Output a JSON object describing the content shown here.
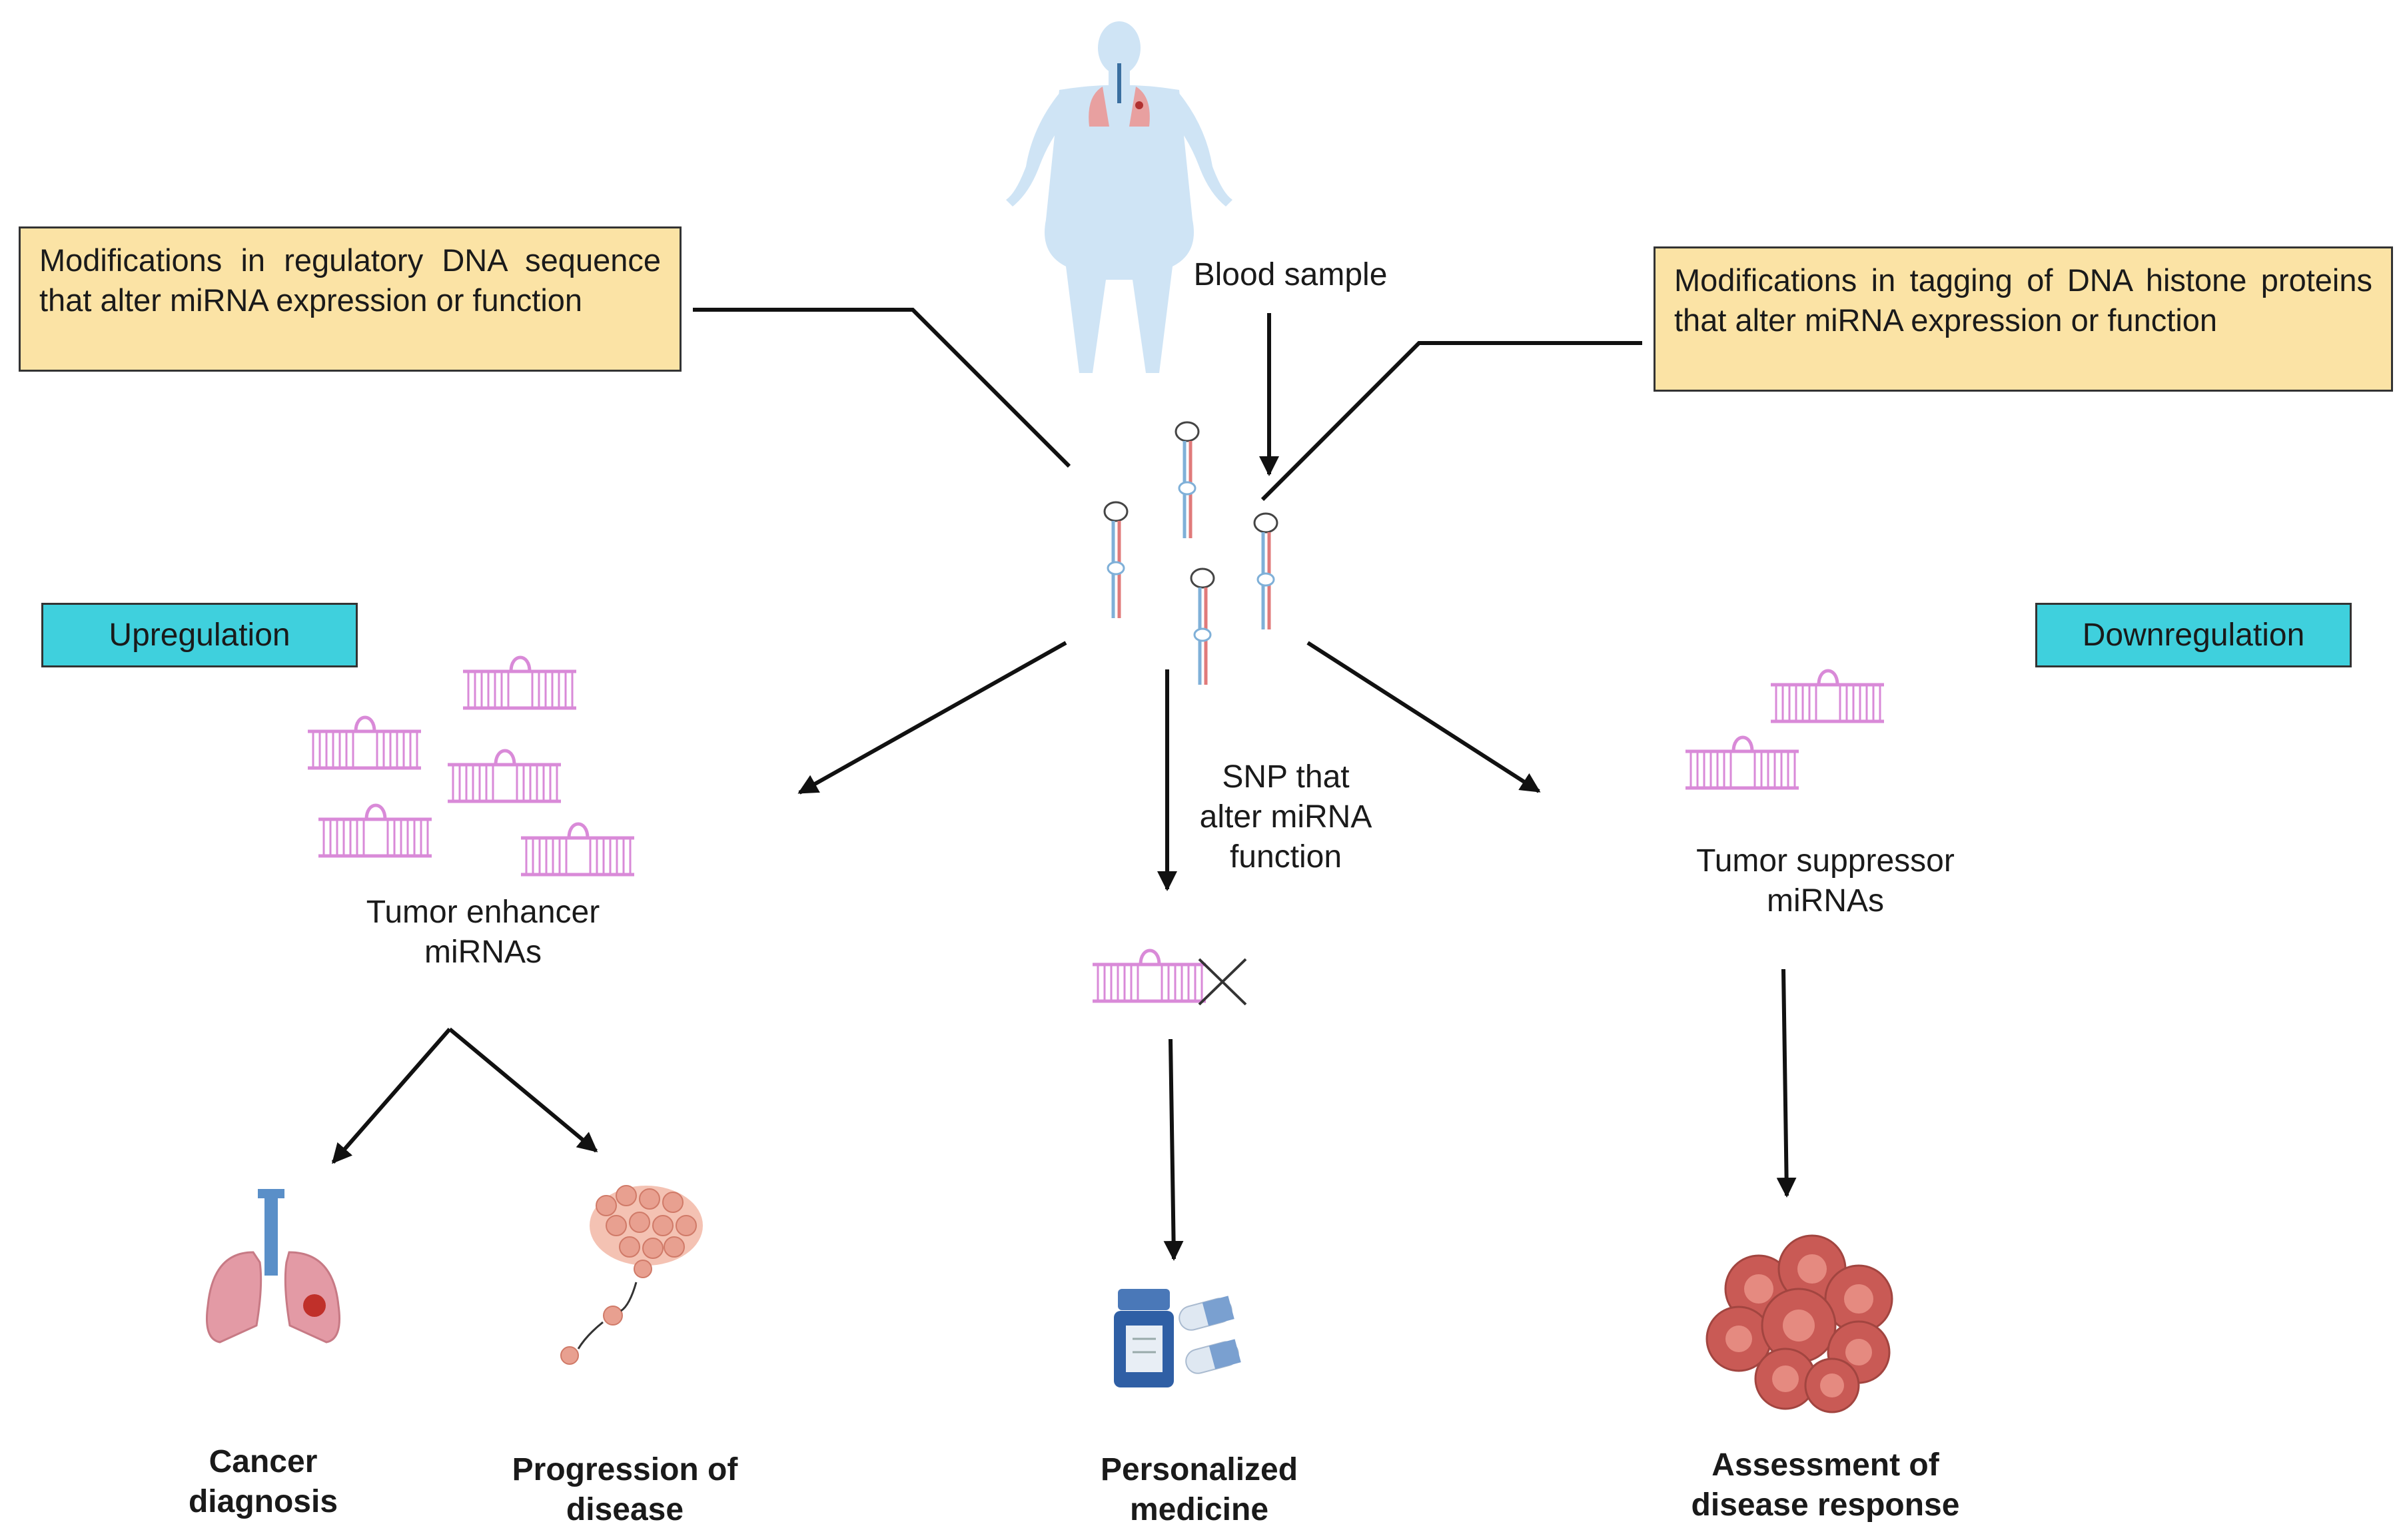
{
  "notes": {
    "left": "Modifications in regulatory DNA sequence that alter miRNA expression or function",
    "right": "Modifications in tagging of DNA histone proteins that alter miRNA expression or function"
  },
  "labels": {
    "blood_sample": "Blood sample",
    "upregulation": "Upregulation",
    "downregulation": "Downregulation",
    "snp_line1": "SNP that",
    "snp_line2": "alter miRNA",
    "snp_line3": "function",
    "tumor_enhancer_line1": "Tumor enhancer",
    "tumor_enhancer_line2": "miRNAs",
    "tumor_suppressor_line1": "Tumor suppressor",
    "tumor_suppressor_line2": "miRNAs"
  },
  "outcomes": {
    "cancer_line1": "Cancer",
    "cancer_line2": "diagnosis",
    "progression_line1": "Progression of",
    "progression_line2": "disease",
    "personalized_line1": "Personalized",
    "personalized_line2": "medicine",
    "assessment_line1": "Assessment of",
    "assessment_line2": "disease response"
  },
  "colors": {
    "note_fill": "#fbe3a5",
    "tag_fill": "#3fd0dd",
    "mirna_pink": "#d98ad8",
    "strand_blue": "#7fb0d8",
    "strand_red": "#e07a7a",
    "body_blue": "#cfe4f5",
    "tissue_pink": "#e8a090",
    "tumor_red": "#c95a55"
  }
}
